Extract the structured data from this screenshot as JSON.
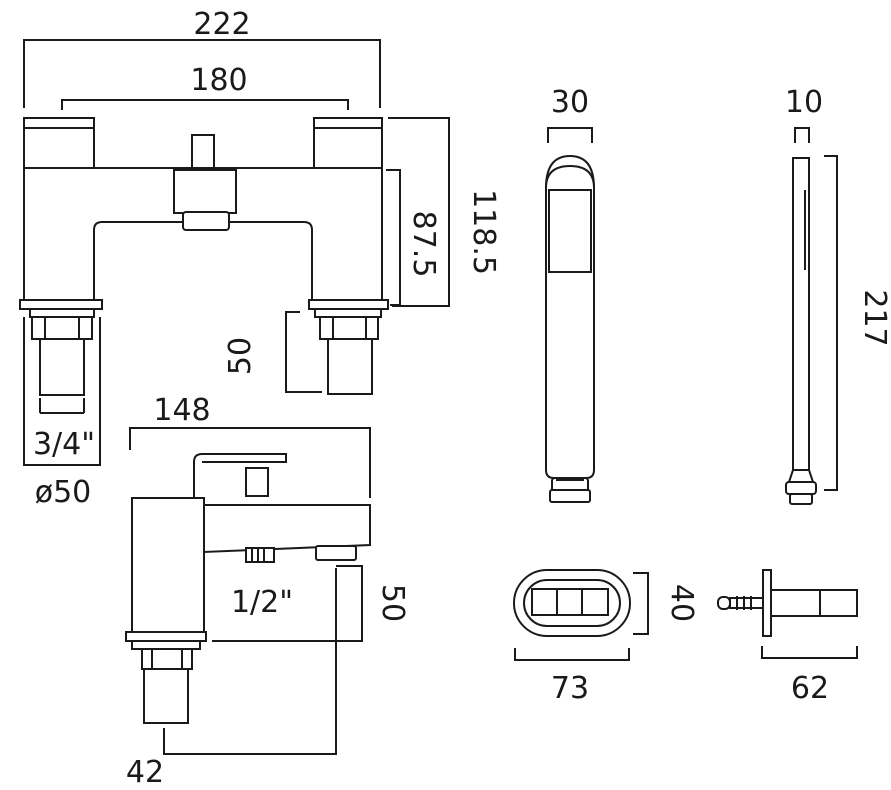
{
  "dimensions": {
    "overall_width": "222",
    "centres": "180",
    "body_height": "118.5",
    "spout_height": "87.5",
    "shank_length": "50",
    "thread_size": "3/4\"",
    "deck_hole": "ø50",
    "side_projection": "148",
    "outlet_thread": "1/2\"",
    "side_shank": "50",
    "side_base": "42",
    "handset_width": "30",
    "handset_depth": "10",
    "handset_length": "217",
    "holder_height": "40",
    "holder_width": "73",
    "holder_projection": "62"
  }
}
